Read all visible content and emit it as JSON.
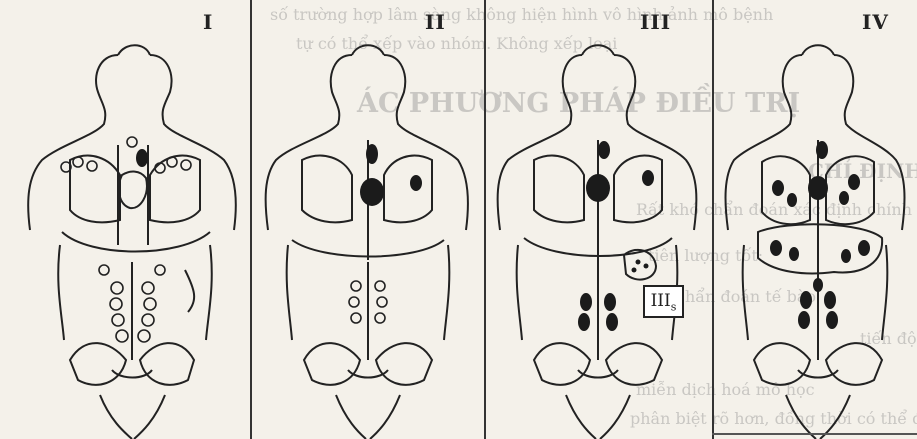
{
  "page": {
    "background": "#f4f1ea",
    "ink": "#222222",
    "node_color": "#1b1b1b"
  },
  "figure": {
    "panels": [
      {
        "id": "I",
        "label": "I"
      },
      {
        "id": "II",
        "label": "II"
      },
      {
        "id": "III",
        "label": "III"
      },
      {
        "id": "IV",
        "label": "IV"
      }
    ],
    "tag": {
      "main": "III",
      "sub": "s"
    }
  },
  "bleed_through": {
    "lines": [
      "số trường hợp lâm sàng không hiện hình vô hình ảnh mô bệnh",
      "tự có thể xếp vào nhóm. Không xếp loại",
      "ÁC PHƯƠNG PHÁP ĐIỀU TRỊ",
      "CHỈ ĐỊNH",
      "Rất khó chẩn đoán xác định chính xác điều trị thể trạng",
      "tiên lượng tốt:",
      "chẩn đoán tế bào",
      "tiến độ lâm sàng",
      "miễn dịch hoá mô học",
      "phân biệt rõ hơn, đồng thời có thể điều trị"
    ]
  }
}
